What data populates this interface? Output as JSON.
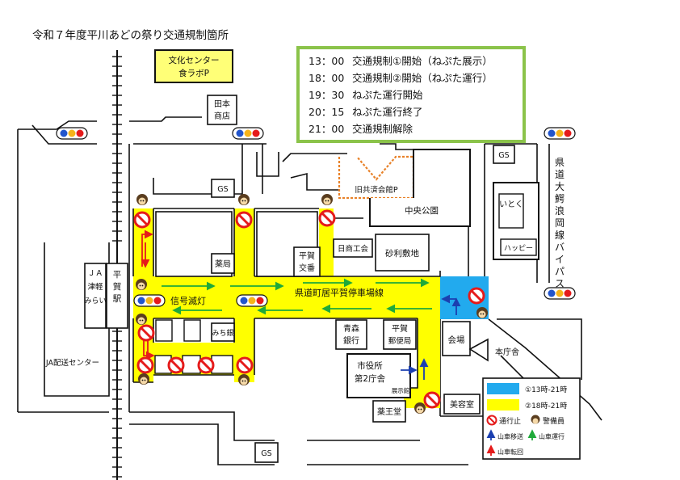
{
  "title": "令和７年度平川あどの祭り交通規制箇所",
  "schedule": [
    {
      "time": "13：00",
      "text": "交通規制①開始（ねぷた展示）"
    },
    {
      "time": "18：00",
      "text": "交通規制②開始（ねぷた運行）"
    },
    {
      "time": "19：30",
      "text": "ねぷた運行開始"
    },
    {
      "time": "20：15",
      "text": "ねぷた運行終了"
    },
    {
      "time": "21：00",
      "text": "交通規制解除"
    }
  ],
  "buildings": {
    "bunka_center_1": "文化センター",
    "bunka_center_2": "食ラボP",
    "tamoto_1": "田本",
    "tamoto_2": "商店",
    "gs": "GS",
    "kyukyosai": "旧共済会館P",
    "chuo_koen": "中央公園",
    "itoku": "いとく",
    "happy": "ハッピー",
    "nissho": "日商工会",
    "jarichi": "砂利敷地",
    "yakkyoku": "薬局",
    "hiraga_koban_1": "平賀",
    "hiraga_koban_2": "交番",
    "ja_1": "ＪＡ",
    "ja_2": "津軽",
    "ja_3": "みらい",
    "station_1": "平",
    "station_2": "賀",
    "station_3": "駅",
    "michigin": "みち銀",
    "aomori_ginko_1": "青森",
    "aomori_ginko_2": "銀行",
    "hiraga_post_1": "平賀",
    "hiraga_post_2": "郵便局",
    "kaijo": "会場",
    "city_office_1": "市役所",
    "city_office_2": "第2庁舎",
    "tenjikan": "展示館",
    "yakuodo": "薬王堂",
    "biyoshitsu": "美容室",
    "honchosha": "本庁舎",
    "ja_haiso": "JA配送センター",
    "kendo": "県道町居平賀停車場線",
    "bypass": "県道大鰐浪岡線バイパス",
    "shingo": "信号滅灯"
  },
  "legend": {
    "zone1": "①13時-21時",
    "zone2": "②18時-21時",
    "no_entry": "通行止",
    "guard": "警備員",
    "float_move": "山車移送",
    "float_run": "山車運行",
    "float_turn": "山車転回"
  },
  "colors": {
    "zone1": "#22aaee",
    "zone2": "#ffff00",
    "bunka_fill": "#ffff77",
    "schedule_border": "#8bc34a",
    "no_entry": "#e51b1b",
    "arrow_green": "#1faa3a",
    "arrow_blue": "#1b3fb0",
    "arrow_red": "#e51b1b",
    "parking_outline": "#e8822a"
  }
}
